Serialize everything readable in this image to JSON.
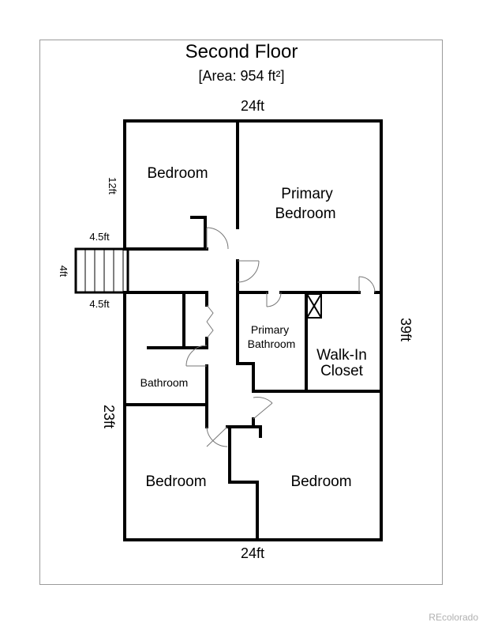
{
  "header": {
    "title": "Second Floor",
    "area": "[Area: 954 ft²]"
  },
  "dimensions": {
    "top_width": "24ft",
    "bottom_width": "24ft",
    "right_height": "39ft",
    "left_upper": "12ft",
    "left_lower": "23ft",
    "stair_upper": "4.5ft",
    "stair_lower": "4.5ft",
    "stair_depth": "4ft"
  },
  "rooms": {
    "bedroom_top_left": "Bedroom",
    "primary_bedroom_line1": "Primary",
    "primary_bedroom_line2": "Bedroom",
    "primary_bathroom_line1": "Primary",
    "primary_bathroom_line2": "Bathroom",
    "walk_in_closet_line1": "Walk-In",
    "walk_in_closet_line2": "Closet",
    "bathroom": "Bathroom",
    "bedroom_bottom_left": "Bedroom",
    "bedroom_bottom_right": "Bedroom"
  },
  "watermark": "REcolorado"
}
